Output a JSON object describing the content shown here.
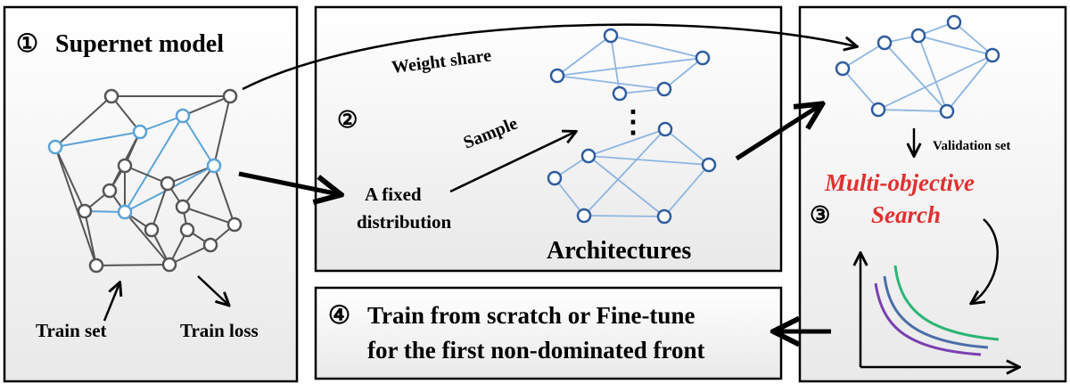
{
  "panel1": {
    "number": "①",
    "title": "Supernet model",
    "train_set": "Train set",
    "train_loss": "Train loss"
  },
  "panel2": {
    "number": "②",
    "weight_share": "Weight share",
    "sample": "Sample",
    "fixed_line1": "A fixed",
    "fixed_line2": "distribution",
    "ellipsis": "⋮",
    "architectures": "Architectures"
  },
  "panel3": {
    "number": "③",
    "validation_set": "Validation set",
    "search_line1": "Multi-objective",
    "search_line2": "Search"
  },
  "panel4": {
    "number": "④",
    "line1": "Train from scratch or Fine-tune",
    "line2": "for the first non-dominated front"
  },
  "colors": {
    "gray_node": "#555555",
    "blue_node": "#5BA3D6",
    "dark_blue_node": "#2E5C9E",
    "light_edge": "#8DB6E2",
    "search_red": "#E03030",
    "curve_purple": "#7A3FB0",
    "curve_blue": "#4A6EA8",
    "curve_green": "#2BB673"
  }
}
